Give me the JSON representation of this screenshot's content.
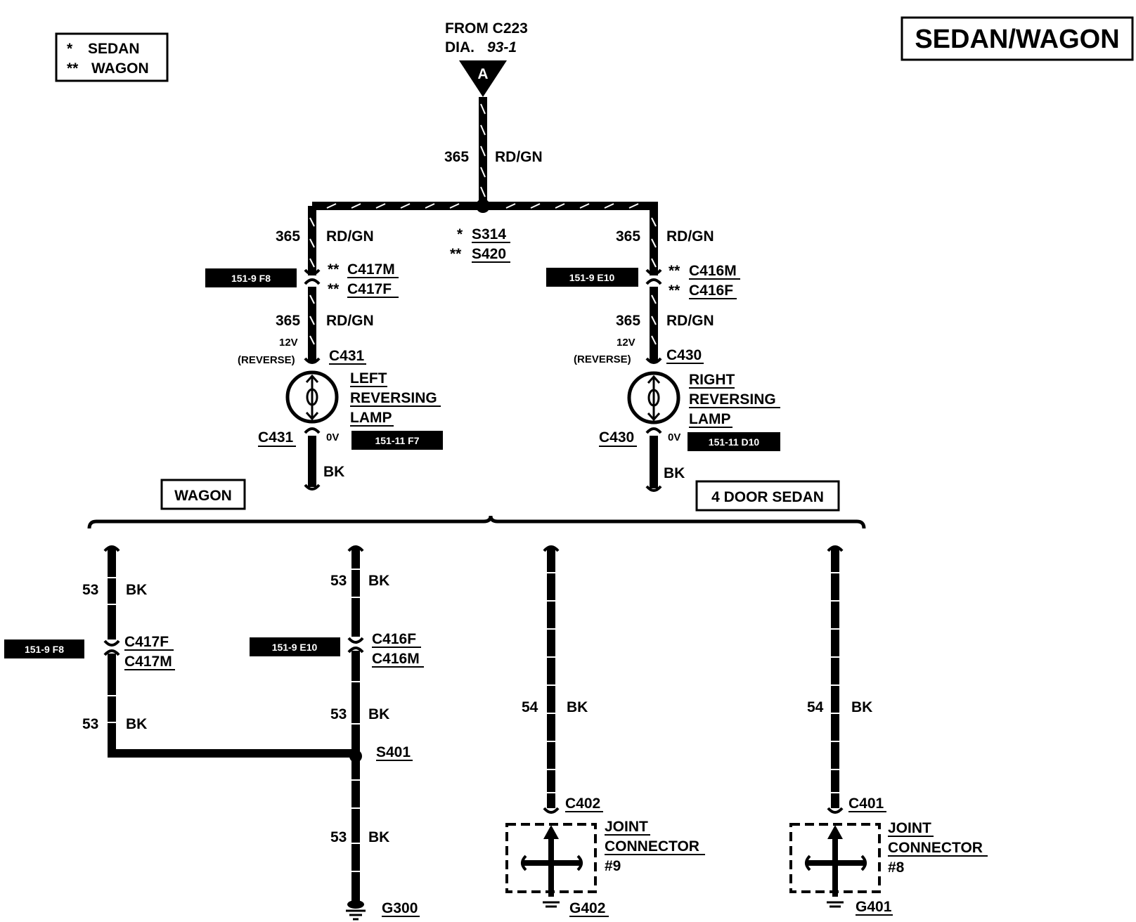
{
  "title": "SEDAN/WAGON",
  "legend": {
    "sedan_mark": "*",
    "sedan_label": "SEDAN",
    "wagon_mark": "**",
    "wagon_label": "WAGON"
  },
  "source": {
    "from": "FROM C223",
    "dia_prefix": "DIA.",
    "dia_ref": "93-1",
    "connector": "A"
  },
  "top_wire": {
    "circuit": "365",
    "color": "RD/GN"
  },
  "splice": {
    "sedan_mark": "*",
    "sedan_id": "S314",
    "wagon_mark": "**",
    "wagon_id": "S420"
  },
  "left": {
    "circuit": "365",
    "color": "RD/GN",
    "conn_m_mark": "**",
    "conn_m": "C417M",
    "conn_f_mark": "**",
    "conn_f": "C417F",
    "ref_top": "151-9 F8",
    "circuit2": "365",
    "color2": "RD/GN",
    "voltage": "12V",
    "mode": "(REVERSE)",
    "lamp_conn": "C431",
    "lamp_line1": "LEFT",
    "lamp_line2": "REVERSING",
    "lamp_line3": "LAMP",
    "lamp_conn_bottom": "C431",
    "zero_v": "0V",
    "ref_bottom": "151-11 F7",
    "bottom_color": "BK"
  },
  "right": {
    "circuit": "365",
    "color": "RD/GN",
    "conn_m_mark": "**",
    "conn_m": "C416M",
    "conn_f_mark": "**",
    "conn_f": "C416F",
    "ref_top": "151-9 E10",
    "circuit2": "365",
    "color2": "RD/GN",
    "voltage": "12V",
    "mode": "(REVERSE)",
    "lamp_conn": "C430",
    "lamp_line1": "RIGHT",
    "lamp_line2": "REVERSING",
    "lamp_line3": "LAMP",
    "lamp_conn_bottom": "C430",
    "zero_v": "0V",
    "ref_bottom": "151-11 D10",
    "bottom_color": "BK"
  },
  "variant_labels": {
    "wagon": "WAGON",
    "sedan": "4 DOOR SEDAN"
  },
  "ground_left": {
    "circuit_a": "53",
    "color_a": "BK",
    "ref": "151-9 F8",
    "conn_f": "C417F",
    "conn_m": "C417M",
    "circuit_b": "53",
    "color_b": "BK"
  },
  "ground_mid": {
    "circuit_a": "53",
    "color_a": "BK",
    "ref": "151-9 E10",
    "conn_f": "C416F",
    "conn_m": "C416M",
    "circuit_b": "53",
    "color_b": "BK",
    "splice": "S401",
    "circuit_c": "53",
    "color_c": "BK",
    "ground": "G300"
  },
  "sedan_left": {
    "circuit": "54",
    "color": "BK",
    "conn": "C402",
    "jc_line1": "JOINT",
    "jc_line2": "CONNECTOR",
    "jc_line3": "#9",
    "ground": "G402"
  },
  "sedan_right": {
    "circuit": "54",
    "color": "BK",
    "conn": "C401",
    "jc_line1": "JOINT",
    "jc_line2": "CONNECTOR",
    "jc_line3": "#8",
    "ground": "G401"
  }
}
